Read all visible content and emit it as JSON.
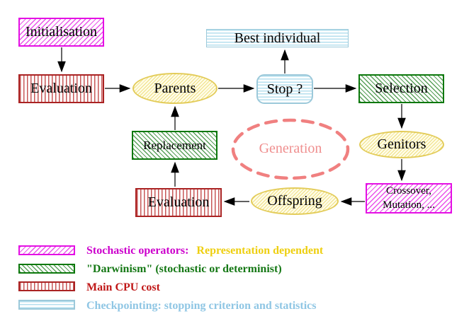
{
  "nodes": {
    "initialisation": "Initialisation",
    "evaluation_top": "Evaluation",
    "parents": "Parents",
    "best_individual": "Best individual",
    "stop": "Stop ?",
    "selection": "Selection",
    "genitors": "Genitors",
    "replacement": "Replacement",
    "evaluation_bottom": "Evaluation",
    "crossover_line1": "Crossover,",
    "crossover_line2": "Mutation, ...",
    "offspring": "Offspring",
    "generation": "Generation"
  },
  "legend": {
    "stochastic_label": "Stochastic operators:",
    "stochastic_label2": "Representation dependent",
    "darwinism_label": "\"Darwinism\" (stochastic or determinist)",
    "cpu_label": "Main CPU cost",
    "checkpointing_label": "Checkpointing: stopping criterion and statistics"
  },
  "colors": {
    "magenta_border": "#e410e4",
    "green_border": "#0c780c",
    "red_border": "#aa2323",
    "cyan_border": "#9cc9da",
    "yellow_border": "#e3cc5a",
    "generation_dash": "#f08080",
    "legend_stochastic_text": "#cc00cc",
    "legend_representation_text": "#eecf10",
    "legend_darwinism_text": "#157815",
    "legend_cpu_text": "#c01818",
    "legend_checkpointing_text": "#8fc6e4",
    "arrow": "#000000"
  }
}
